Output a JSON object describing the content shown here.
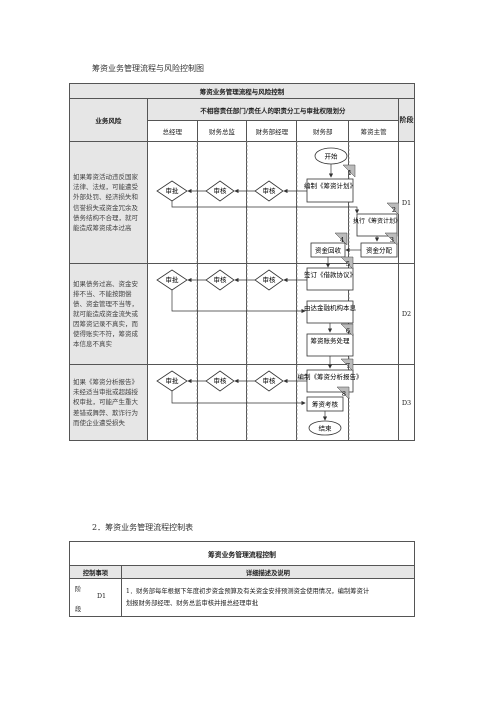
{
  "heading1": "筹资业务管理流程与风险控制图",
  "chart": {
    "title": "筹资业务管理流程与风险控制",
    "col_risk": "业务风险",
    "col_roles_header": "不相容责任部门/责任人的职责分工与审批权限划分",
    "col_phase": "阶段",
    "roles": [
      "总经理",
      "财务总监",
      "财务部经理",
      "财务部",
      "筹资主管"
    ],
    "risks": [
      "如果筹资活动违反国家法律、法规，可能遭受外部处罚、经济损失和信誉损失或资金冗余及债务结构不合理，就可能造成筹资成本过高",
      "如果债务过高、资金安排不当、不能按期偿债、资金管理不当等，就可能造成资金流失或因筹资记录不真实，而使得账实不符，筹资成本信息不真实",
      "如果《筹资分析报告》未经适当审批或超越授权审批，可能产生重大差错或舞弊、欺诈行为而使企业遭受损失"
    ],
    "phases": [
      "D1",
      "D2",
      "D3"
    ],
    "nodes": {
      "start": "开始",
      "n1": "编制《筹资计划》",
      "n2": "执行《筹资计划》",
      "n3": "资金分配",
      "n4": "资金回收",
      "n5": "签订《借款协议》",
      "n_bank": "由达金融机构本息",
      "n6": "筹资账务处理",
      "n7": "编制《筹资分析报告》",
      "n8": "筹资考核",
      "end": "结束",
      "approve": "审批",
      "review": "审核"
    },
    "badges": [
      "1",
      "2",
      "3",
      "4",
      "5",
      "6",
      "7",
      "8"
    ]
  },
  "heading2": "2．筹资业务管理流程控制表",
  "table": {
    "title": "筹资业务管理流程控制",
    "col1": "控制事项",
    "col2": "详细描述及说明",
    "phase_label_a": "阶",
    "phase_label_b": "段",
    "phase": "D1",
    "desc_1": "1．财务部每年根据下年度初步资金预算及有关资金安排预测资金使用情况，编制筹资计",
    "desc_2": "划报财务部经理、财务总监审核并报总经理审批"
  }
}
